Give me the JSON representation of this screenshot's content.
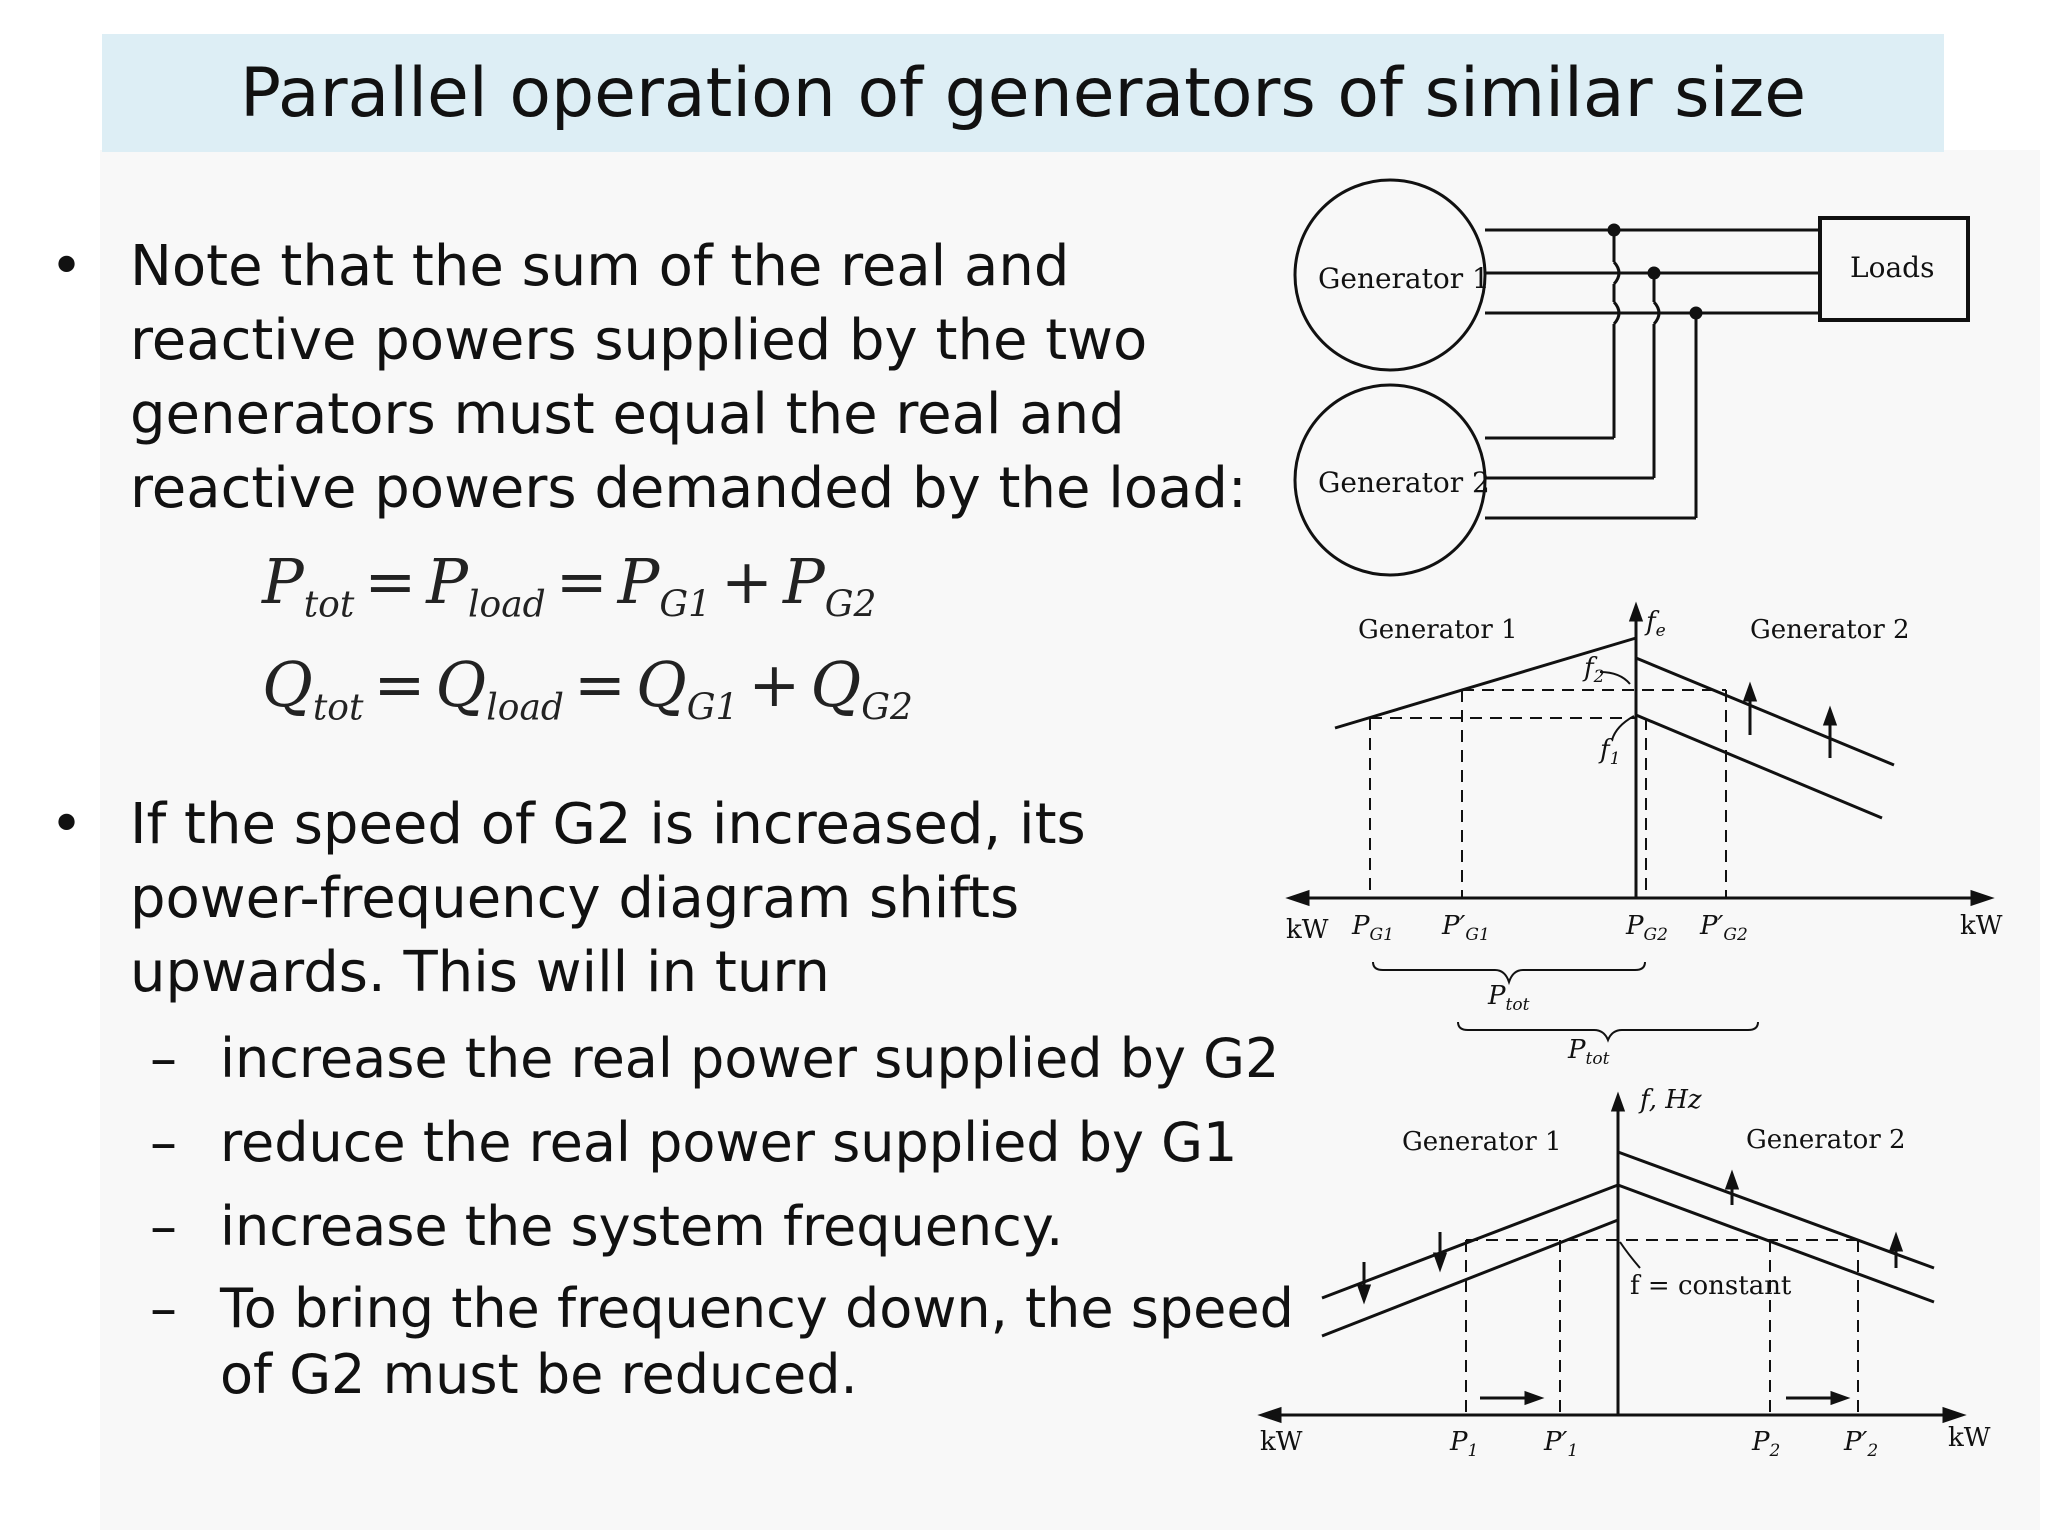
{
  "title": "Parallel operation of generators of similar size",
  "bullets": [
    {
      "lines": [
        "Note that the sum of the real and",
        "reactive powers supplied by the two",
        "generators must equal the real and",
        "reactive powers demanded by the load:"
      ]
    },
    {
      "lines": [
        "If the speed of G2 is increased, its",
        "power-frequency diagram shifts",
        "upwards. This will in turn"
      ],
      "subitems": [
        [
          "increase the real power supplied by G2"
        ],
        [
          "reduce the real power supplied by G1"
        ],
        [
          "increase the system frequency."
        ],
        [
          "To bring the frequency down, the speed",
          "of G2 must be reduced."
        ]
      ]
    }
  ],
  "bullet_symbol": "•",
  "dash_symbol": "–",
  "equations": {
    "p": {
      "s1": "P",
      "sub1": "tot",
      "op1": "=",
      "s2": "P",
      "sub2": "load",
      "op2": "=",
      "s3": "P",
      "sub3": "G1",
      "op3": "+",
      "s4": "P",
      "sub4": "G2"
    },
    "q": {
      "s1": "Q",
      "sub1": "tot",
      "op1": "=",
      "s2": "Q",
      "sub2": "load",
      "op2": "=",
      "s3": "Q",
      "sub3": "G1",
      "op3": "+",
      "s4": "Q",
      "sub4": "G2"
    }
  },
  "circuit": {
    "generator1": "Generator 1",
    "generator2": "Generator 2",
    "loads": "Loads"
  },
  "diagram1": {
    "gen1": "Generator 1",
    "gen2": "Generator 2",
    "fe": "f",
    "fe_sub": "e",
    "f2": "f",
    "f2_sub": "2",
    "f1": "f",
    "f1_sub": "1",
    "kw_left": "kW",
    "kw_right": "kW",
    "pg1": "P",
    "pg1_sub": "G1",
    "pg1p": "P′",
    "pg1p_sub": "G1",
    "pg2": "P",
    "pg2_sub": "G2",
    "pg2p": "P′",
    "pg2p_sub": "G2",
    "ptot": "P",
    "ptot_sub": "tot"
  },
  "diagram2": {
    "axis": "f, Hz",
    "gen1": "Generator 1",
    "gen2": "Generator 2",
    "fconst": "f = constant",
    "kw_left": "kW",
    "kw_right": "kW",
    "p1": "P",
    "p1_sub": "1",
    "p1p": "P′",
    "p1p_sub": "1",
    "p2": "P",
    "p2_sub": "2",
    "p2p": "P′",
    "p2p_sub": "2"
  }
}
